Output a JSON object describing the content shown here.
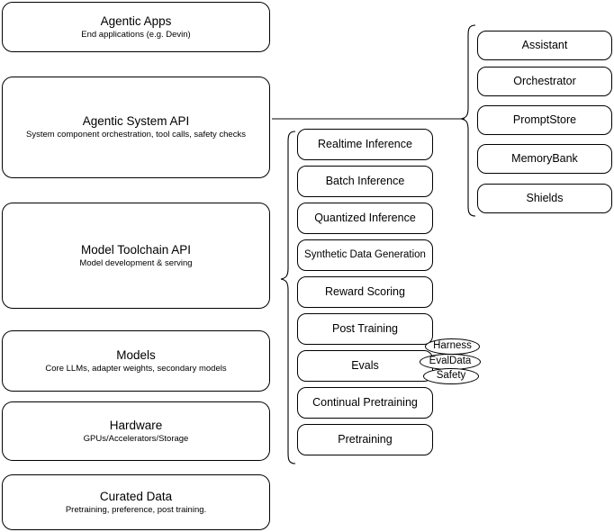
{
  "diagram": {
    "title": "Llama Stack layered architecture",
    "stroke_color": "#000000",
    "background_color": "#ffffff"
  },
  "stack_layers": [
    {
      "name": "agentic-apps",
      "title": "Agentic Apps",
      "subtitle": "End applications (e.g. Devin)"
    },
    {
      "name": "agentic-system-api",
      "title": "Agentic System API",
      "subtitle": "System component orchestration, tool calls, safety checks"
    },
    {
      "name": "model-toolchain-api",
      "title": "Model Toolchain API",
      "subtitle": "Model development & serving"
    },
    {
      "name": "models",
      "title": "Models",
      "subtitle": "Core LLMs, adapter weights, secondary models"
    },
    {
      "name": "hardware",
      "title": "Hardware",
      "subtitle": "GPUs/Accelerators/Storage"
    },
    {
      "name": "curated-data",
      "title": "Curated Data",
      "subtitle": "Pretraining, preference, post training."
    }
  ],
  "toolchain_items": [
    {
      "name": "realtime-inference",
      "label": "Realtime Inference"
    },
    {
      "name": "batch-inference",
      "label": "Batch Inference"
    },
    {
      "name": "quantized-inference",
      "label": "Quantized Inference"
    },
    {
      "name": "synthetic-data-generation",
      "label": "Synthetic Data Generation"
    },
    {
      "name": "reward-scoring",
      "label": "Reward Scoring"
    },
    {
      "name": "post-training",
      "label": "Post Training"
    },
    {
      "name": "evals",
      "label": "Evals"
    },
    {
      "name": "continual-pretraining",
      "label": "Continual Pretraining"
    },
    {
      "name": "pretraining",
      "label": "Pretraining"
    }
  ],
  "evals_badges": [
    {
      "name": "harness",
      "label": "Harness"
    },
    {
      "name": "evaldata",
      "label": "EvalData"
    },
    {
      "name": "safety",
      "label": "Safety"
    }
  ],
  "agentic_items": [
    {
      "name": "assistant",
      "label": "Assistant"
    },
    {
      "name": "orchestrator",
      "label": "Orchestrator"
    },
    {
      "name": "promptstore",
      "label": "PromptStore"
    },
    {
      "name": "memorybank",
      "label": "MemoryBank"
    },
    {
      "name": "shields",
      "label": "Shields"
    }
  ]
}
